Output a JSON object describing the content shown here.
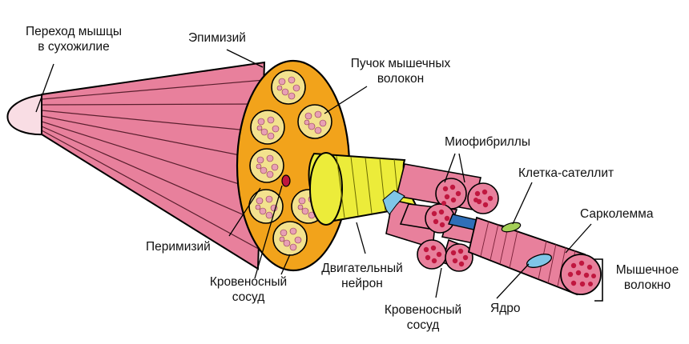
{
  "labels": {
    "tendon_transition": [
      "Переход мышцы",
      "в сухожилие"
    ],
    "epimysium": "Эпимизий",
    "fascicle": [
      "Пучок мышечных",
      "волокон"
    ],
    "myofibrils": "Миофибриллы",
    "satellite_cell": "Клетка-сателлит",
    "sarcolemma": "Сарколемма",
    "perimysium": "Перимизий",
    "blood_vessel_left": [
      "Кровеносный",
      "сосуд"
    ],
    "motor_neuron": [
      "Двигательный",
      "нейрон"
    ],
    "blood_vessel_bottom": [
      "Кровеносный",
      "сосуд"
    ],
    "nucleus": "Ядро",
    "muscle_fiber": [
      "Мышечное",
      "волокно"
    ]
  },
  "colors": {
    "muscle_pink": "#e8809c",
    "tendon_light": "#f9dde4",
    "epimysium_orange": "#f2a31b",
    "fascicle_fill": "#f3e28e",
    "fibril_red": "#c0173f",
    "neuron_sheath": "#ecec3a",
    "nucleus_blue": "#7fc6e8",
    "satellite_green": "#a4cf57",
    "vessel_blue": "#2f6fb8"
  }
}
